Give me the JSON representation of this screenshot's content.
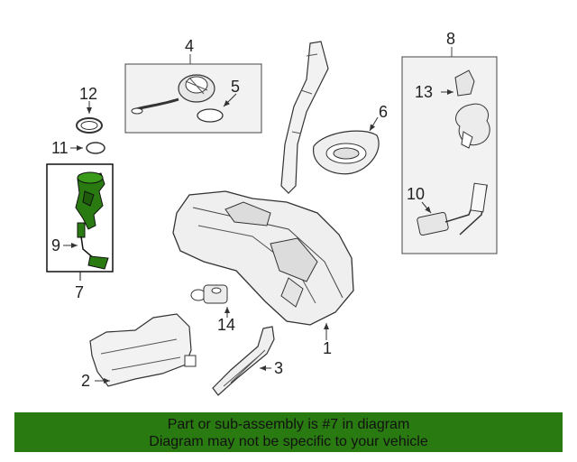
{
  "callouts": {
    "c1": "1",
    "c2": "2",
    "c3": "3",
    "c4": "4",
    "c5": "5",
    "c6": "6",
    "c7": "7",
    "c8": "8",
    "c9": "9",
    "c10": "10",
    "c11": "11",
    "c12": "12",
    "c13": "13",
    "c14": "14"
  },
  "highlight_color": "#2a7a12",
  "banner": {
    "line1": "Part or sub-assembly is #7 in diagram",
    "line2": "Diagram may not be specific to your vehicle"
  }
}
